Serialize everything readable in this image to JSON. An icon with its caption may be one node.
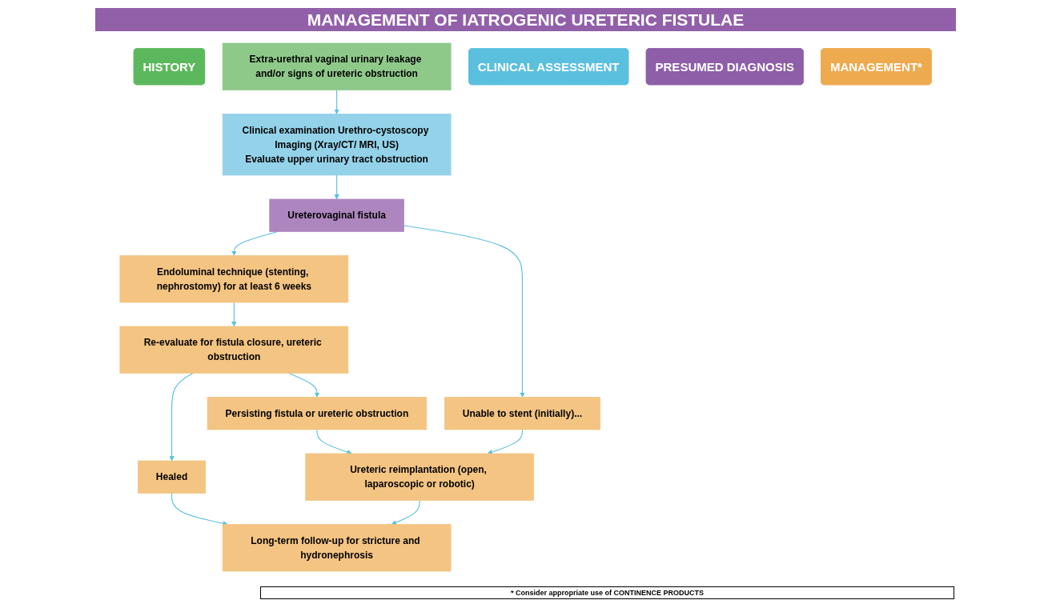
{
  "diagram": {
    "title": "MANAGEMENT OF IATROGENIC URETERIC FISTULAE",
    "nodes": [
      {
        "text": [
          "HISTORY"
        ]
      },
      {
        "text": [
          "Extra-urethral vaginal urinary leakage and/or signs of ureteric obstruction"
        ]
      },
      {
        "text": [
          "CLINICAL ASSESSMENT"
        ]
      },
      {
        "text": [
          "Clinical examination Urethro-cystoscopy Imaging (Xray/CT/ MRI, US)",
          "Evaluate upper urinary tract obstruction"
        ]
      },
      {
        "text": [
          "PRESUMED DIAGNOSIS"
        ]
      },
      {
        "text": [
          "Ureterovaginal fistula"
        ]
      },
      {
        "text": [
          "MANAGEMENT*"
        ]
      },
      {
        "text": [
          "Endoluminal technique (stenting, nephrostomy) for at least 6 weeks"
        ]
      },
      {
        "text": [
          "Unable to stent (initially)..."
        ]
      },
      {
        "text": [
          "Re-evaluate for fistula closure, ureteric obstruction"
        ]
      },
      {
        "text": [
          "Persisting fistula or ureteric obstruction"
        ]
      },
      {
        "text": [
          "Healed"
        ]
      },
      {
        "text": [
          "Ureteric reimplantation (open, laparoscopic or robotic)"
        ]
      },
      {
        "text": [
          "Long-term follow-up for stricture and hydronephrosis"
        ]
      }
    ],
    "edges": [
      {
        "from": 1,
        "to": 3,
        "arrow": "to"
      },
      {
        "from": 3,
        "to": 5,
        "arrow": "to"
      },
      {
        "from": 5,
        "to": 7,
        "arrow": "to"
      },
      {
        "from": 5,
        "to": 8,
        "arrow": "to"
      },
      {
        "from": 7,
        "to": 9,
        "arrow": "to"
      },
      {
        "from": 9,
        "to": 11,
        "arrow": "to"
      },
      {
        "from": 9,
        "to": 10,
        "arrow": "to"
      },
      {
        "from": 10,
        "to": 12,
        "arrow": "to"
      },
      {
        "from": 8,
        "to": 12,
        "arrow": "to"
      },
      {
        "from": 11,
        "to": 13,
        "arrow": "to"
      },
      {
        "from": 12,
        "to": 13,
        "arrow": "to"
      }
    ],
    "labels": [
      "* Consider appropriate use of CONTINENCE PRODUCTS"
    ]
  }
}
